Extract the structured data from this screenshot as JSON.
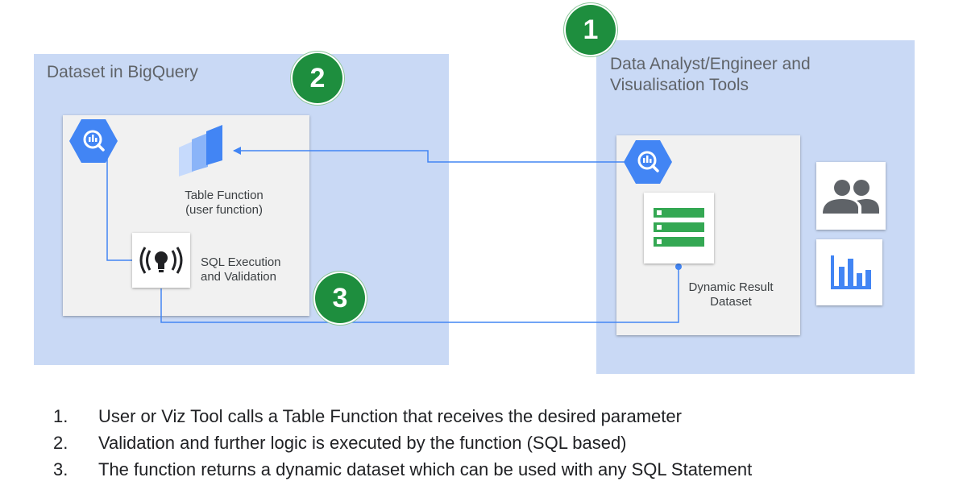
{
  "left_panel": {
    "title": "Dataset in BigQuery"
  },
  "right_panel": {
    "title": "Data Analyst/Engineer and\nVisualisation Tools"
  },
  "badges": {
    "one": "1",
    "two": "2",
    "three": "3"
  },
  "table_function": {
    "label": "Table Function\n(user function)",
    "icon": "table-function-icon"
  },
  "sql_execution": {
    "label": "SQL Execution\nand Validation",
    "icon": "sql-execution-icon"
  },
  "dynamic_result": {
    "label": "Dynamic Result\nDataset",
    "icon": "dataset-rows-icon"
  },
  "icons": {
    "bigquery": "bigquery-icon",
    "users": "users-icon",
    "chart": "bar-chart-icon"
  },
  "colors": {
    "panel": "#c9d9f5",
    "badge": "#1e8e3e",
    "arrow": "#4285f4",
    "bigquery": "#4285f4",
    "dataset": "#34a853",
    "icon_gray": "#5f6368"
  },
  "steps": [
    {
      "num": "1.",
      "text": "User or Viz Tool  calls a Table Function that receives the desired parameter"
    },
    {
      "num": "2.",
      "text": "Validation and further logic is executed by the function (SQL based)"
    },
    {
      "num": "3.",
      "text": "The function returns a dynamic dataset which can be used with any SQL Statement"
    }
  ]
}
